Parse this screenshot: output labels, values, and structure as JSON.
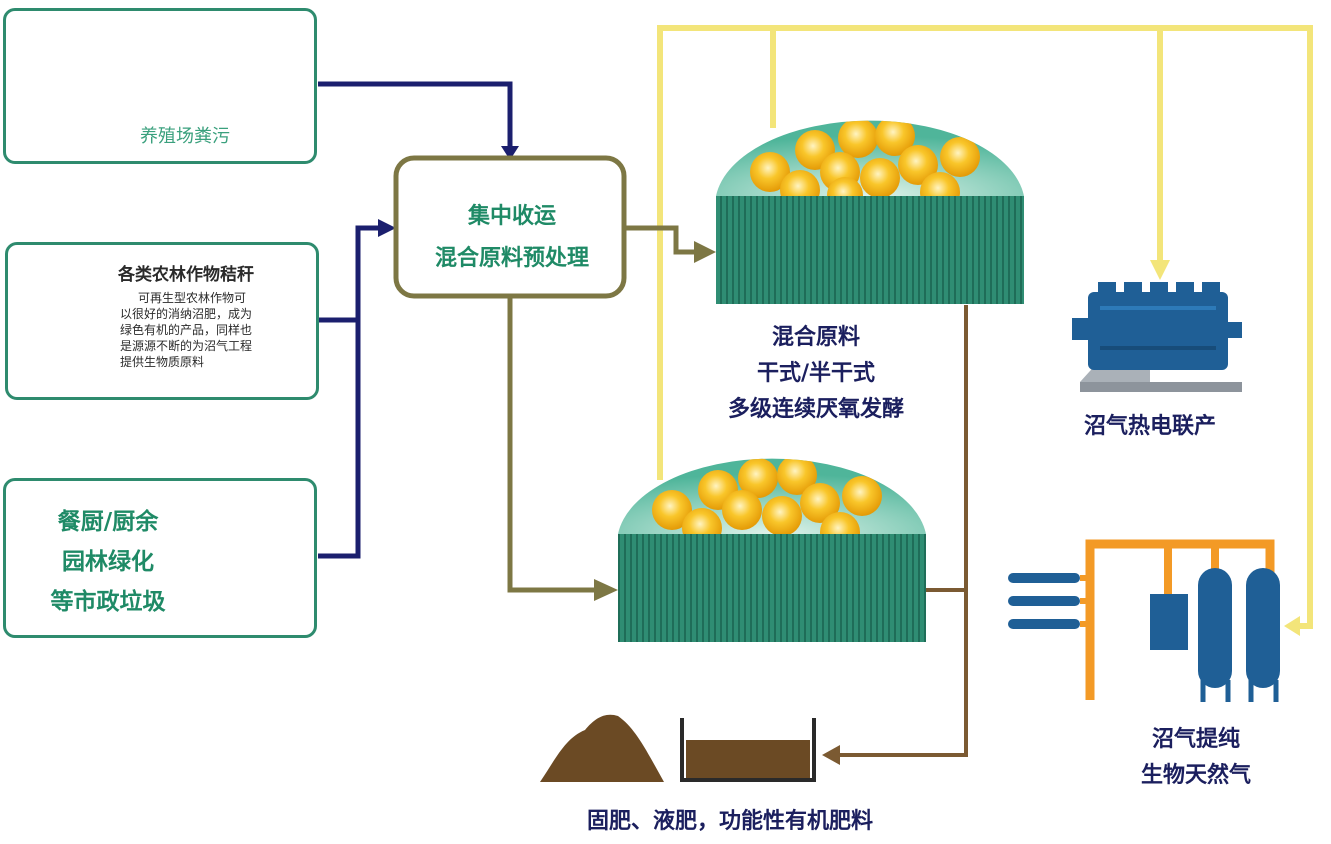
{
  "sources": {
    "livestock": {
      "label": "养殖场粪污"
    },
    "straw": {
      "title": "各类农林作物秸秆",
      "description_lines": [
        "可再生型农林作物可",
        "以很好的消纳沼肥，成为",
        "绿色有机的产品，同样也",
        "是源源不断的为沼气工程",
        "提供生物质原料"
      ]
    },
    "waste": {
      "lines": [
        "餐厨/厨余",
        "园林绿化",
        "等市政垃圾"
      ]
    }
  },
  "pretreatment": {
    "lines": [
      "集中收运",
      "混合原料预处理"
    ]
  },
  "digester": {
    "lines": [
      "混合原料",
      "干式/半干式",
      "多级连续厌氧发酵"
    ]
  },
  "chp": {
    "label": "沼气热电联产"
  },
  "upgrading": {
    "lines": [
      "沼气提纯",
      "生物天然气"
    ]
  },
  "fertilizer": {
    "label": "固肥、液肥，功能性有机肥料"
  },
  "colors": {
    "teal": "#2e8b6e",
    "navy_arrow": "#1b1f6e",
    "olive_arrow": "#7d7744",
    "brown_arrow": "#7b5a32",
    "yellow_gas": "#f3e57a",
    "machine_blue": "#1f5f96",
    "orange_pipe": "#f39a26"
  }
}
